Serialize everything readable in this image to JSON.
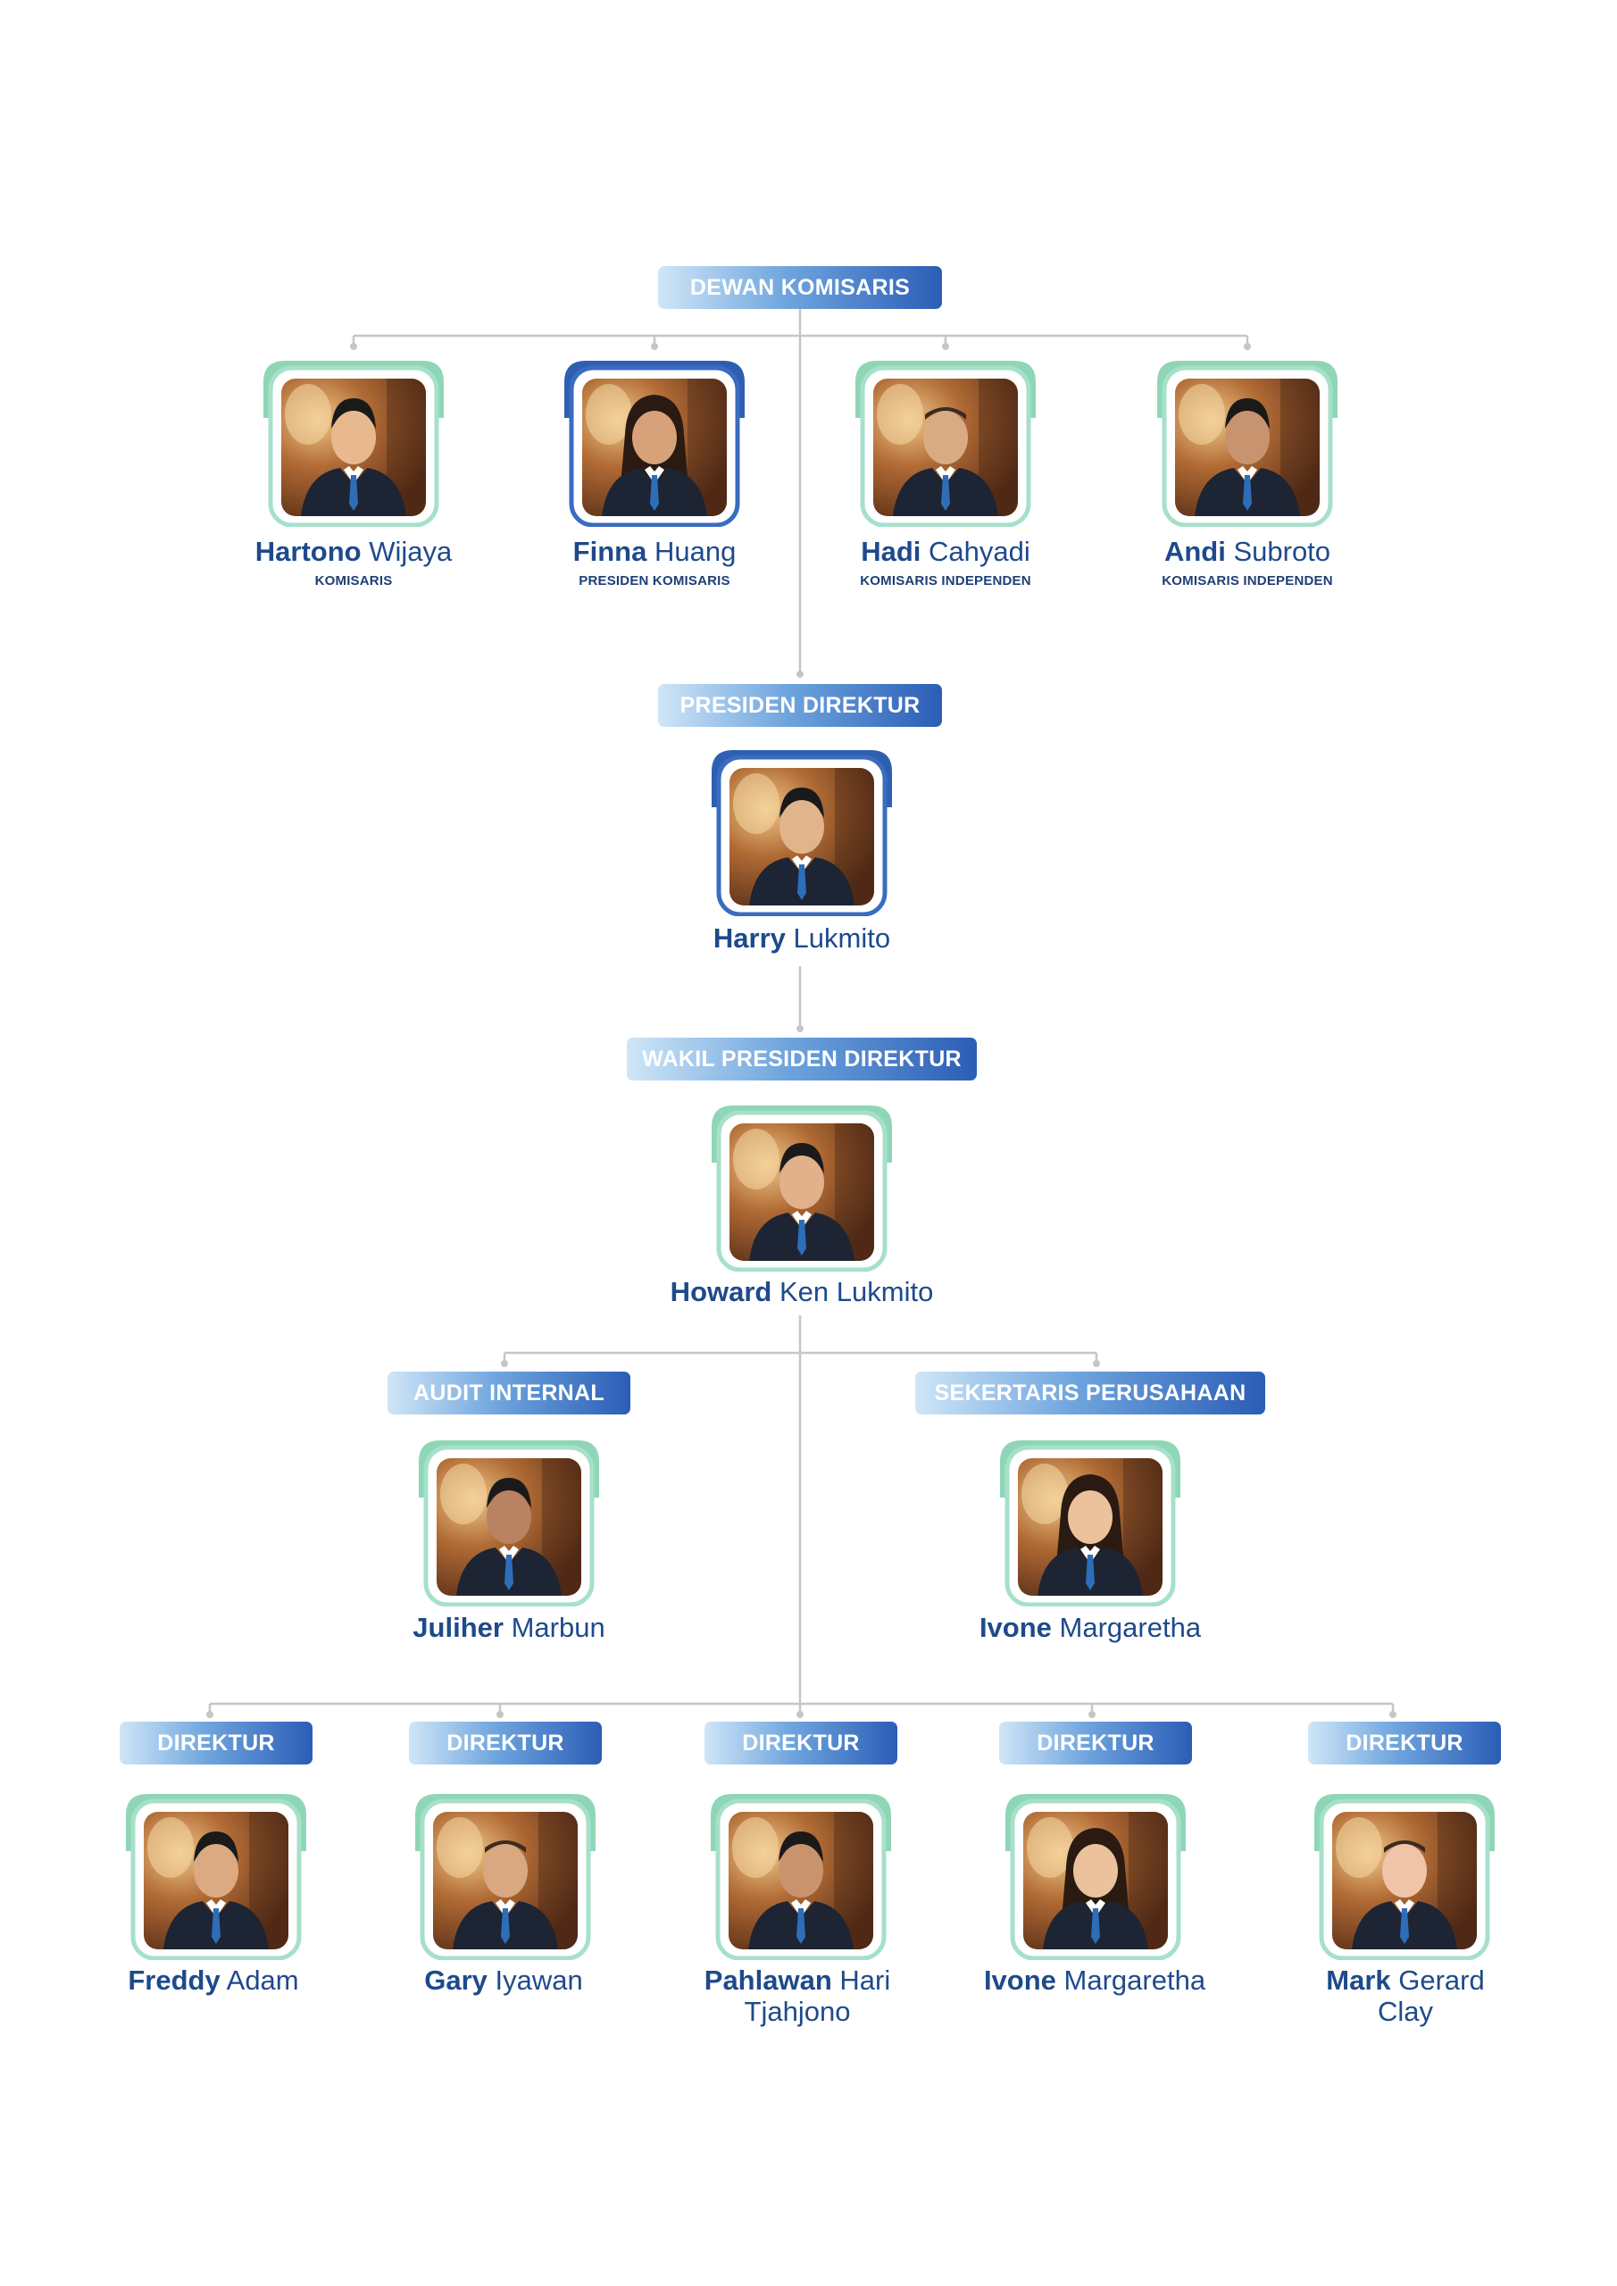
{
  "sections": {
    "board_of_commissioners": "DEWAN KOMISARIS",
    "president_director": "PRESIDEN DIREKTUR",
    "vice_president_director": "WAKIL PRESIDEN DIREKTUR",
    "internal_audit": "AUDIT INTERNAL",
    "corporate_secretary": "SEKERTARIS PERUSAHAAN",
    "director": "DIREKTUR"
  },
  "commissioners": [
    {
      "first": "Hartono",
      "rest": "Wijaya",
      "title": "KOMISARIS"
    },
    {
      "first": "Finna",
      "rest": "Huang",
      "title": "PRESIDEN KOMISARIS"
    },
    {
      "first": "Hadi",
      "rest": "Cahyadi",
      "title": "KOMISARIS INDEPENDEN"
    },
    {
      "first": "Andi",
      "rest": "Subroto",
      "title": "KOMISARIS INDEPENDEN"
    }
  ],
  "president_director": {
    "first": "Harry",
    "rest": "Lukmito"
  },
  "vice_president_director": {
    "first": "Howard",
    "rest": "Ken Lukmito"
  },
  "internal_audit": {
    "first": "Juliher",
    "rest": "Marbun"
  },
  "corporate_secretary": {
    "first": "Ivone",
    "rest": "Margaretha"
  },
  "directors": [
    {
      "first": "Freddy",
      "rest": "Adam",
      "line2": ""
    },
    {
      "first": "Gary",
      "rest": "Iyawan",
      "line2": ""
    },
    {
      "first": "Pahlawan",
      "rest": "Hari",
      "line2": "Tjahjono"
    },
    {
      "first": "Ivone",
      "rest": "Margaretha",
      "line2": ""
    },
    {
      "first": "Mark",
      "rest": "Gerard",
      "line2": "Clay"
    }
  ],
  "colors": {
    "green_frame": "#8fd6b6",
    "blue_frame": "#2f5fb1",
    "name_text": "#1e4a8c",
    "connector": "#c4c4c4"
  }
}
